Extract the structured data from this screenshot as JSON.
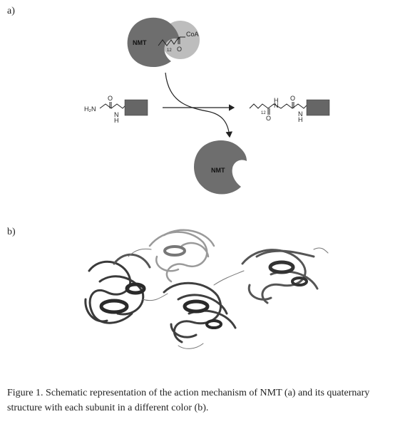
{
  "panel_a_label": "a)",
  "panel_b_label": "b)",
  "scheme": {
    "enzyme_label_top": "NMT",
    "enzyme_label_bottom": "NMT",
    "coa_label": "CoA",
    "subscript_top": "12",
    "subscript_product": "12",
    "substrate_amine": "H₂N",
    "nh_substrate": "H",
    "nh_substrate_n": "N",
    "o_top": "O",
    "o_substrate": "O",
    "o_product_1": "O",
    "o_product_2": "O",
    "nh_product_h": "H",
    "nh_product_n": "N",
    "nh_product2_h": "H",
    "nh_product2_n": "N"
  },
  "colors": {
    "enzyme_dark": "#6e6e6e",
    "enzyme_light": "#bdbdbd",
    "protein_box": "#666666"
  },
  "caption": "Figure 1. Schematic representation of the action mechanism of NMT (a) and its quaternary structure with each subunit in a different color (b)."
}
